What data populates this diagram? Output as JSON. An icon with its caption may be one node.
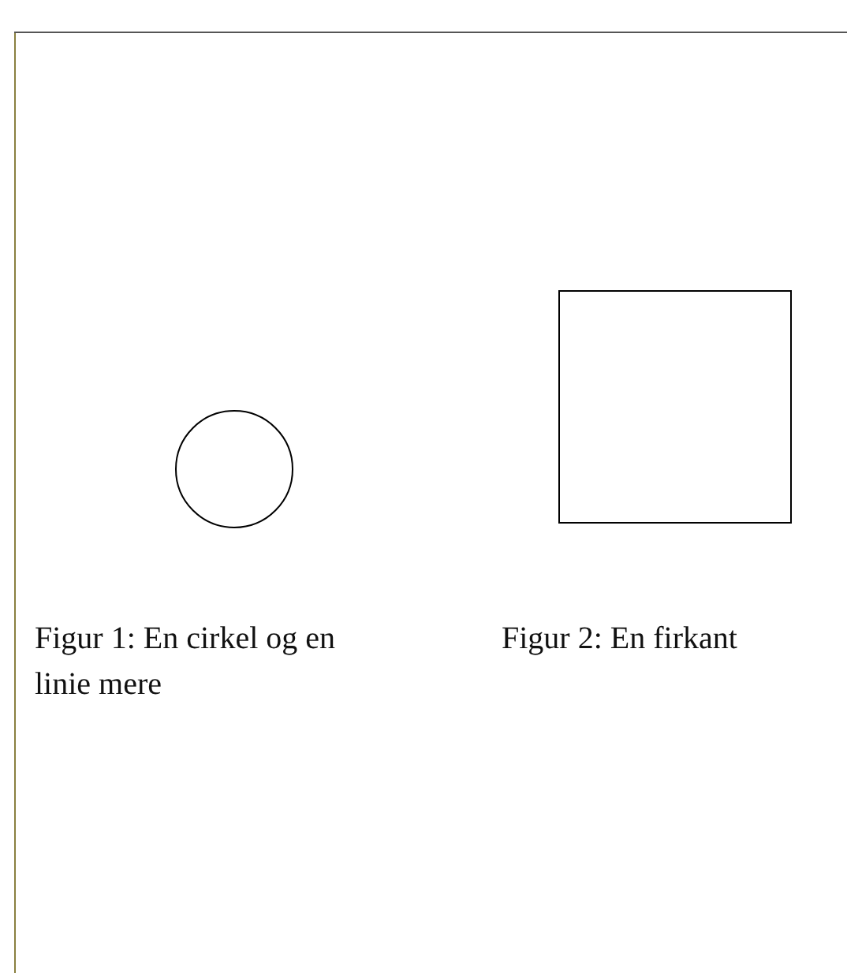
{
  "diagram": {
    "nodes": [
      {
        "text": [],
        "shape": "circle",
        "beside": [
          "Figur 1: En cirkel og en linie mere"
        ]
      },
      {
        "text": [],
        "shape": "box",
        "beside": [
          "Figur 2: En firkant"
        ]
      }
    ]
  }
}
